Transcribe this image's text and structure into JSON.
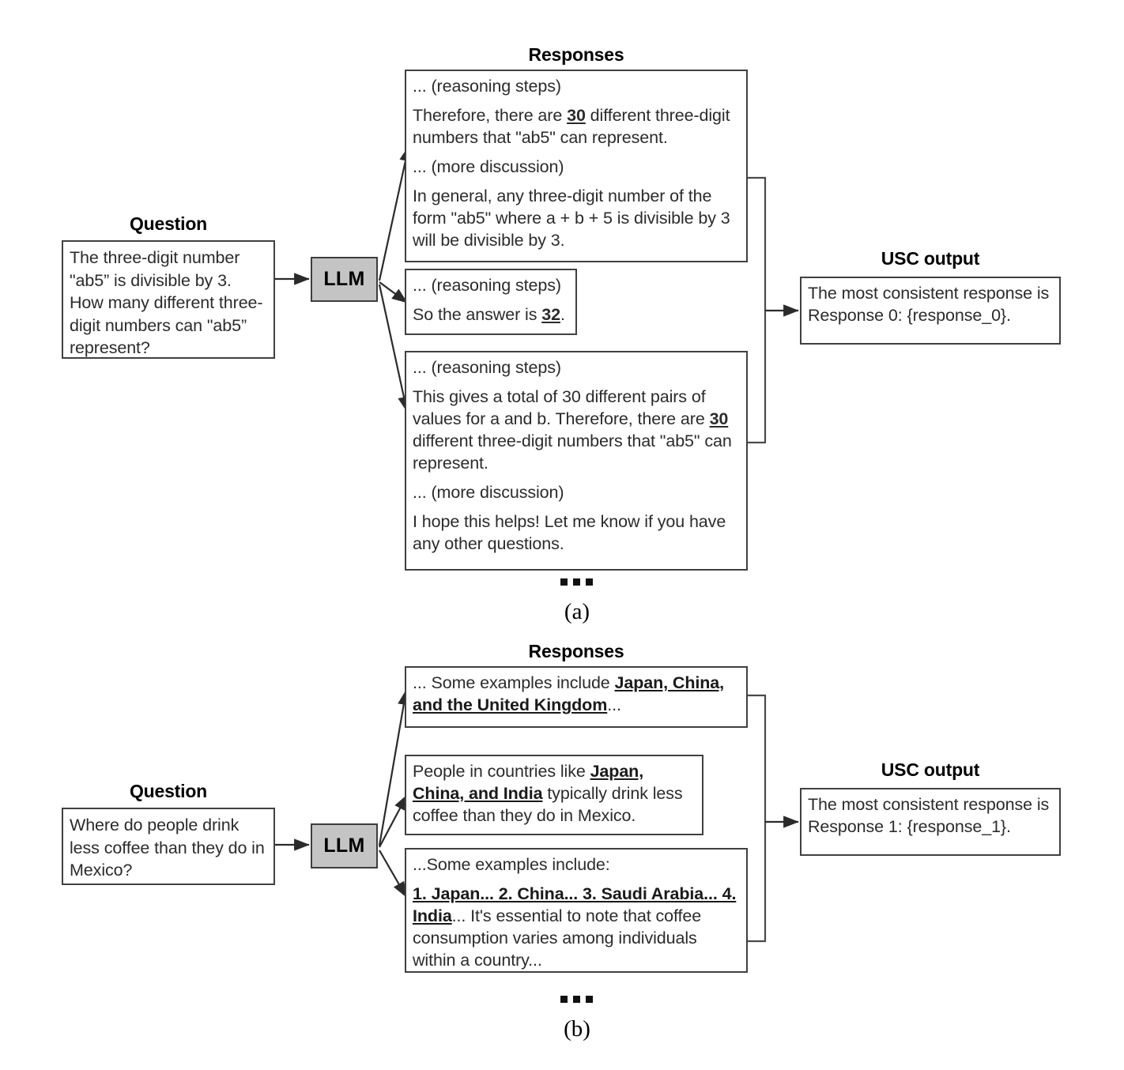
{
  "figure": {
    "panels": [
      {
        "id": "a",
        "caption": "(a)",
        "question_header": "Question",
        "question_text": "The three-digit number \"ab5” is divisible by 3. How many different three-digit numbers can \"ab5” represent?",
        "llm_label": "LLM",
        "responses_header": "Responses",
        "responses": [
          {
            "id": "response-0",
            "lines": [
              {
                "text": "... (reasoning steps)"
              },
              {
                "pre": "Therefore, there are ",
                "emph": "30",
                "post": " different three-digit numbers that \"ab5\" can represent."
              },
              {
                "text": "... (more discussion)"
              },
              {
                "text": "In general, any three-digit number of the form \"ab5\" where a + b + 5 is divisible by 3 will be divisible by 3."
              }
            ]
          },
          {
            "id": "response-1",
            "lines": [
              {
                "text": "... (reasoning steps)"
              },
              {
                "pre": "So the answer is ",
                "emph": "32",
                "post": "."
              }
            ]
          },
          {
            "id": "response-2",
            "lines": [
              {
                "text": "... (reasoning steps)"
              },
              {
                "pre": "This gives a total of 30 different pairs of values for a and b. Therefore, there are ",
                "emph": "30",
                "post": " different three-digit numbers that \"ab5\" can represent."
              },
              {
                "text": "... (more discussion)"
              },
              {
                "text": "I hope this helps! Let me know if you have any other questions."
              }
            ]
          }
        ],
        "ellipsis": "...",
        "usc_header": "USC output",
        "usc_text": "The most consistent response is Response 0: {response_0}."
      },
      {
        "id": "b",
        "caption": "(b)",
        "question_header": "Question",
        "question_text": "Where do people drink less coffee than they do in Mexico?",
        "llm_label": "LLM",
        "responses_header": "Responses",
        "responses": [
          {
            "id": "response-0",
            "lines": [
              {
                "pre": "... Some examples include ",
                "emph": "Japan, China, and the United Kingdom",
                "post": "..."
              }
            ]
          },
          {
            "id": "response-1",
            "lines": [
              {
                "pre": "People in countries like ",
                "emph": "Japan, China, and India",
                "post": " typically drink less coffee than they do in Mexico."
              }
            ]
          },
          {
            "id": "response-2",
            "lines": [
              {
                "text": "...Some examples include:"
              },
              {
                "pre": "",
                "emph": "1. Japan... 2. China... 3. Saudi Arabia... 4. India",
                "post": "... It's essential to note that coffee consumption varies among individuals within a country..."
              }
            ]
          }
        ],
        "ellipsis": "...",
        "usc_header": "USC output",
        "usc_text": "The most consistent response is Response 1: {response_1}."
      }
    ],
    "colors": {
      "llm_fill": "#c4c4c4",
      "box_border": "#404040",
      "text": "#2b2b2b",
      "arrow": "#2b2b2b"
    }
  }
}
